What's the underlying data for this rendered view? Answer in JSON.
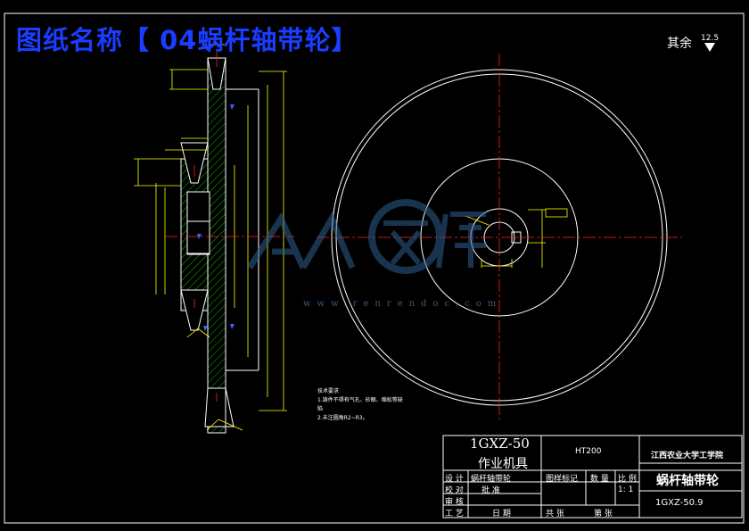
{
  "drawing_title": "图纸名称【 04蜗杆轴带轮】",
  "roughness": {
    "label": "其余",
    "value": "12.5"
  },
  "tech_notes": {
    "heading": "技术要求",
    "lines": [
      "1.铸件不得有气孔、砂眼、缩松等缺",
      "陷",
      "2.未注圆角R2~R3。"
    ]
  },
  "title_block": {
    "drawing_no_big": "1GXZ-50",
    "part_group": "作业机具",
    "material": "HT200",
    "school": "江西农业大学工学院",
    "part_name": "蜗杆轴带轮",
    "drawing_no": "1GXZ-50.9",
    "labels": {
      "design": "设 计",
      "check": "校 对",
      "review": "审 核",
      "process": "工 艺",
      "approve": "批 准",
      "date": "日 期",
      "std": "图样标记",
      "qty": "数 量",
      "ratio": "比 例",
      "total": "共   张",
      "sheet": "第   张",
      "scale": "1: 1",
      "designer_name": "蜗杆轴带轮"
    }
  },
  "watermark": {
    "text": "人人文库",
    "url": "www.renrendoc.com"
  },
  "colors": {
    "outline": "#ffffff",
    "dim": "#ffff00",
    "center": "#ff2020",
    "hatch": "#00ff00",
    "title": "#1b3dff"
  }
}
